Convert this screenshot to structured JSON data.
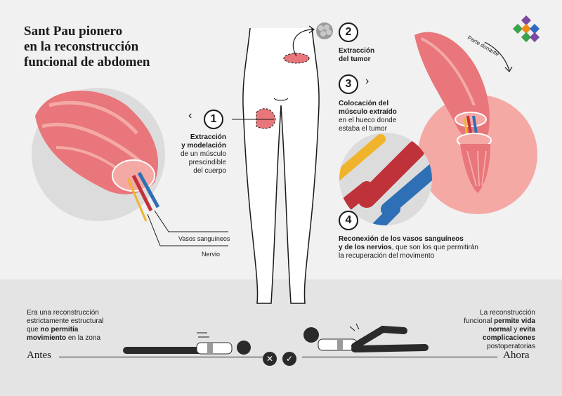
{
  "title": {
    "line1": "Sant Pau pionero",
    "line2": "en la reconstrucción",
    "line3": "funcional de abdomen"
  },
  "steps": [
    {
      "num": "1",
      "bold1": "Extracción",
      "bold2": "y modelación",
      "rest1": "de un músculo",
      "rest2": "prescindible",
      "rest3": "del cuerpo"
    },
    {
      "num": "2",
      "bold1": "Extracción",
      "bold2": "del tumor"
    },
    {
      "num": "3",
      "bold1": "Colocación del",
      "bold2": "músculo extraído",
      "rest1": "en el hueco donde",
      "rest2": "estaba el tumor"
    },
    {
      "num": "4",
      "bold1": "Reconexión de los vasos sanguíneos",
      "bold2": "y de los nervios",
      "rest1": ", que son los que permitirán",
      "rest2": "la recuperación del movimento"
    }
  ],
  "labels": {
    "vasos": "Vasos sanguíneos",
    "nervio": "Nervio",
    "donante": "Parte donante"
  },
  "before": {
    "l1": "Era una reconstrucción",
    "l2": "estrictamente estructural",
    "l3a": "que ",
    "l3b": "no permitía",
    "l4a": "movimiento",
    "l4b": " en la zona",
    "word": "Antes"
  },
  "after": {
    "l1": "La reconstrucción",
    "l2a": "funcional ",
    "l2b": "permite vida",
    "l3a": "normal",
    "l3b": " y ",
    "l3c": "evita",
    "l4": "complicaciones",
    "l5": "postoperatorias",
    "word": "Ahora"
  },
  "icons": {
    "chevron_left": "‹",
    "chevron_right": "›",
    "cross": "✕",
    "check": "✓"
  },
  "colors": {
    "muscle": "#e8767a",
    "muscle_light": "#f4a9a5",
    "vein_red": "#c0323a",
    "vein_blue": "#2f6fb5",
    "nerve": "#f0b42c"
  }
}
